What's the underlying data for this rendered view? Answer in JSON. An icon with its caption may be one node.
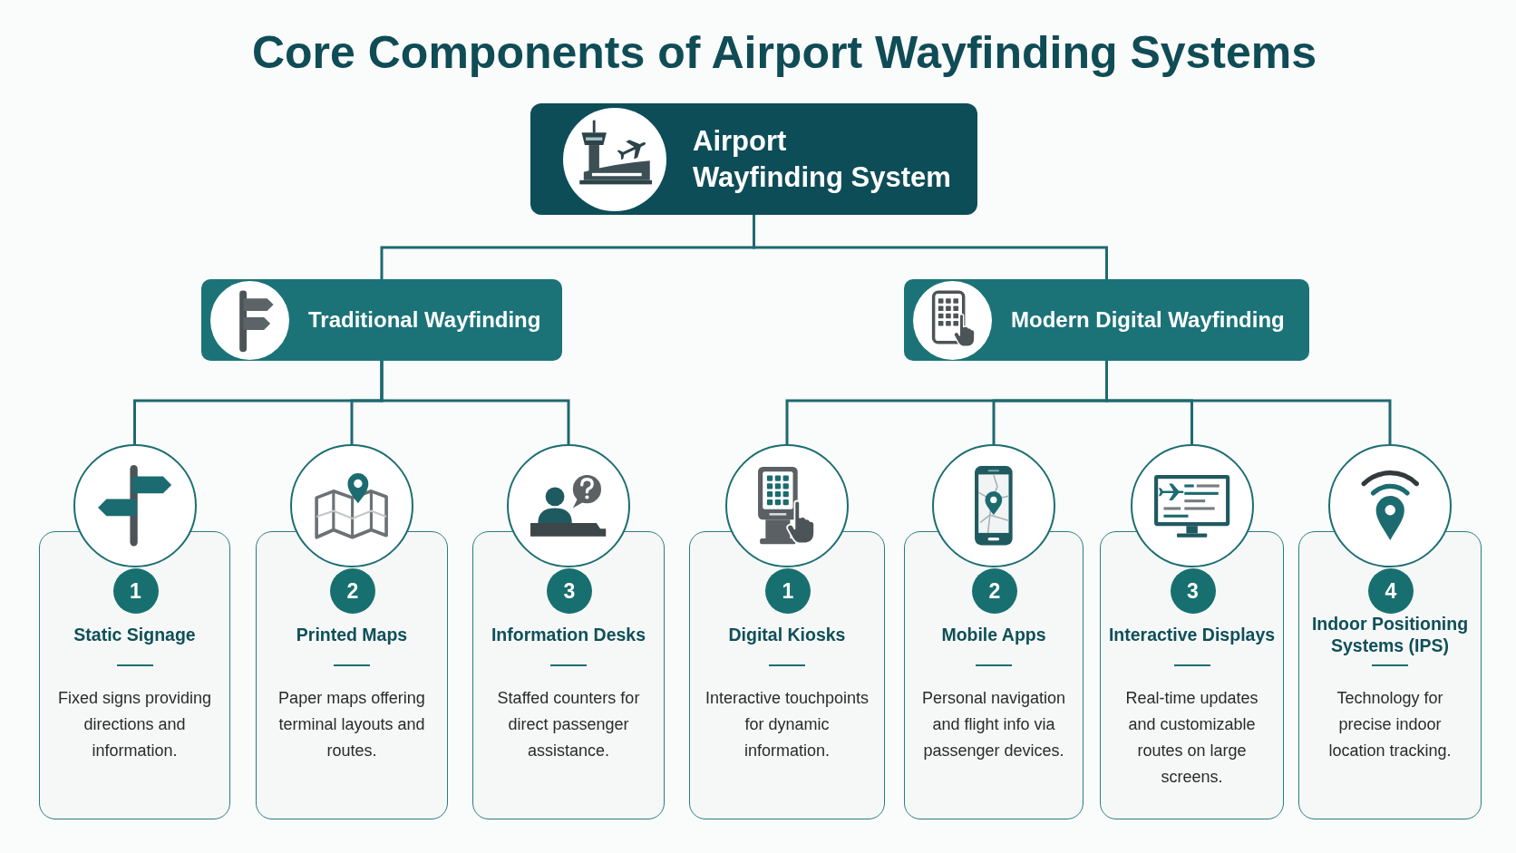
{
  "diagram": {
    "title": "Core Components of Airport Wayfinding Systems",
    "nodes": [
      {
        "text": [
          "Airport Wayfinding System"
        ]
      },
      {
        "text": [
          "Traditional Wayfinding"
        ]
      },
      {
        "text": [
          "Modern Digital Wayfinding"
        ]
      },
      {
        "text": [],
        "shape": "circle"
      },
      {
        "text": [
          "Static Signage",
          "Fixed signs providing directions and information."
        ]
      },
      {
        "text": [
          "1"
        ],
        "in": 4
      },
      {
        "text": [],
        "shape": "circle"
      },
      {
        "text": [
          "Printed Maps",
          "Paper maps offering terminal layouts and routes."
        ]
      },
      {
        "text": [
          "2"
        ],
        "in": 7
      },
      {
        "text": [],
        "shape": "circle"
      },
      {
        "text": [
          "Information Desks",
          "Staffed counters for direct passenger assistance."
        ]
      },
      {
        "text": [
          "3"
        ],
        "in": 10
      },
      {
        "text": [],
        "shape": "circle"
      },
      {
        "text": [
          "Digital Kiosks",
          "Interactive touchpoints for dynamic information."
        ]
      },
      {
        "text": [
          "1"
        ],
        "in": 13
      },
      {
        "text": [],
        "shape": "circle"
      },
      {
        "text": [
          "Mobile Apps",
          "Personal navigation and flight info via passenger devices."
        ]
      },
      {
        "text": [
          "2"
        ],
        "in": 16
      },
      {
        "text": [],
        "shape": "circle"
      },
      {
        "text": [
          "Interactive Displays",
          "Real-time updates and customizable routes on large screens."
        ]
      },
      {
        "text": [
          "3"
        ],
        "in": 19
      },
      {
        "text": [],
        "shape": "circle"
      },
      {
        "text": [
          "Indoor Positioning Systems (IPS)",
          "Technology for precise indoor location tracking."
        ]
      },
      {
        "text": [
          "4"
        ],
        "in": 22
      }
    ],
    "edges": [
      {
        "from": 0,
        "to": 1,
        "arrow": "none"
      },
      {
        "from": 0,
        "to": 2,
        "arrow": "none"
      },
      {
        "from": 1,
        "to": 3,
        "arrow": "none"
      },
      {
        "from": 1,
        "to": 6,
        "arrow": "none"
      },
      {
        "from": 1,
        "to": 9,
        "arrow": "none"
      },
      {
        "from": 2,
        "to": 12,
        "arrow": "none"
      },
      {
        "from": 2,
        "to": 15,
        "arrow": "none"
      },
      {
        "from": 2,
        "to": 18,
        "arrow": "none"
      },
      {
        "from": 2,
        "to": 21,
        "arrow": "none"
      }
    ]
  }
}
